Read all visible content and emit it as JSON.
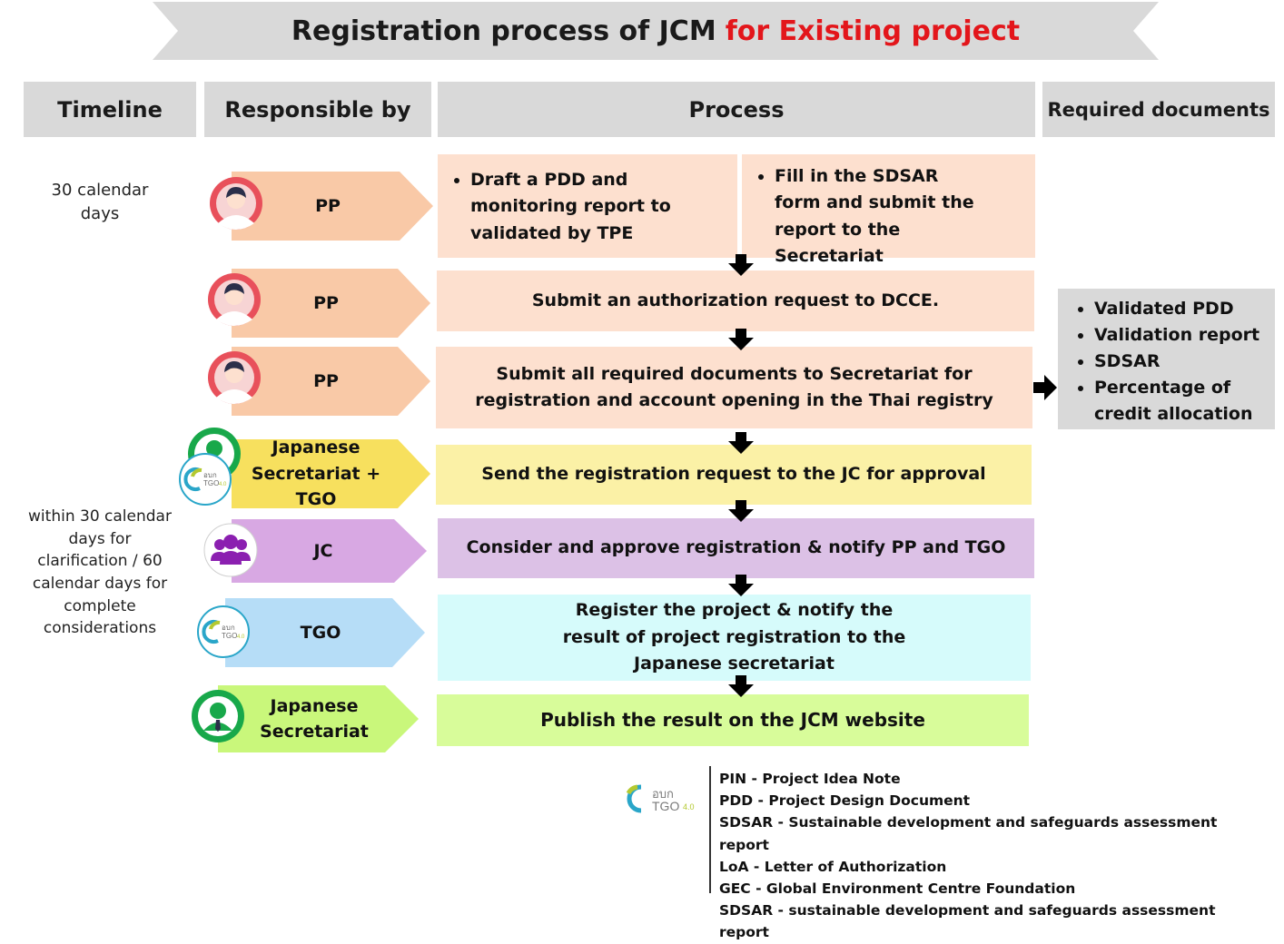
{
  "title": {
    "main": "Registration process of JCM",
    "highlight": "for Existing project"
  },
  "headers": {
    "timeline": "Timeline",
    "responsible": "Responsible by",
    "process": "Process",
    "required_documents": "Required documents"
  },
  "timeline": {
    "first": "30 calendar days",
    "second": "within 30 calendar days for clarification / 60 calendar days for complete considerations"
  },
  "steps": [
    {
      "responsible": "PP",
      "process_left": "Draft a PDD and monitoring report to validated by TPE",
      "process_right": "Fill in the SDSAR form and submit the report to the Secretariat",
      "colors": {
        "tag": "#f9c9a7",
        "box": "#fde0cf"
      }
    },
    {
      "responsible": "PP",
      "process": "Submit an authorization request to DCCE.",
      "colors": {
        "tag": "#f9c9a7",
        "box": "#fde0cf"
      }
    },
    {
      "responsible": "PP",
      "process": "Submit all required documents to Secretariat for registration and account opening in the Thai registry",
      "colors": {
        "tag": "#f9c9a7",
        "box": "#fde0cf"
      }
    },
    {
      "responsible": "Japanese Secretariat + TGO",
      "process": "Send the registration request to the JC for approval",
      "colors": {
        "tag": "#f7e05e",
        "box": "#fbf1a6"
      }
    },
    {
      "responsible": "JC",
      "process": "Consider and approve registration & notify PP and TGO",
      "colors": {
        "tag": "#d8a8e3",
        "box": "#dcc1e6"
      }
    },
    {
      "responsible": "TGO",
      "process": "Register the project & notify the result of project registration to the Japanese secretariat",
      "colors": {
        "tag": "#b6ddf7",
        "box": "#d6fbfb"
      }
    },
    {
      "responsible": "Japanese Secretariat",
      "process": "Publish the result on the JCM website",
      "colors": {
        "tag": "#c9f77b",
        "box": "#d8fc9a"
      }
    }
  ],
  "required_documents": [
    "Validated PDD",
    "Validation report",
    "SDSAR",
    "Percentage of credit allocation"
  ],
  "logo": {
    "thai_text": "อบก",
    "text": "TGO",
    "version": "4.0"
  },
  "abbreviations": [
    {
      "abbr": "PIN",
      "meaning": "Project Idea Note"
    },
    {
      "abbr": "PDD",
      "meaning": "Project Design Document"
    },
    {
      "abbr": "SDSAR",
      "meaning": "Sustainable development and safeguards assessment report"
    },
    {
      "abbr": "LoA",
      "meaning": "Letter of Authorization"
    },
    {
      "abbr": "GEC",
      "meaning": "Global Environment Centre Foundation"
    },
    {
      "abbr": "SDSAR",
      "meaning": "sustainable development and safeguards assessment report"
    }
  ],
  "icons": {
    "person": "person-avatar-icon",
    "group": "group-people-icon",
    "tgo": "tgo-logo-icon",
    "secretariat": "business-person-icon"
  },
  "accent_red": "#e3161b"
}
